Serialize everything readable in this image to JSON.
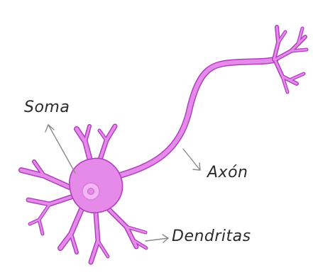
{
  "labels": {
    "soma": "Soma",
    "axon": "Axón",
    "dendrites": "Dendritas"
  },
  "colors": {
    "cell_fill": "#e58ae9",
    "cell_outline": "#b03fc0",
    "nucleus": "#f3b6f4",
    "pointer": "#8a8a8a",
    "text": "#2b2b2b"
  }
}
